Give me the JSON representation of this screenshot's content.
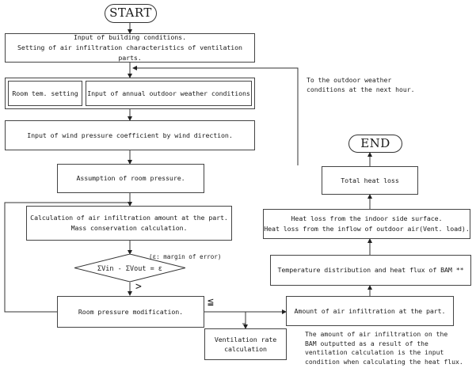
{
  "start": "START",
  "end": "END",
  "steps": {
    "building": [
      "Input of building conditions.",
      "Setting of air infiltration characteristics of ventilation parts."
    ],
    "room_temp": "Room tem. setting",
    "weather": "Input of annual outdoor weather conditions",
    "wind": "Input of wind pressure coefficient by wind direction.",
    "assume": "Assumption of room pressure.",
    "calc": [
      "Calculation of air infiltration amount at the part.",
      "Mass conservation calculation."
    ],
    "decision": "ΣVin - ΣVout = ε",
    "epsilon_note": "(ε: margin of error)",
    "modify": "Room pressure modification.",
    "vent_rate": [
      "Ventilation rate",
      "calculation"
    ],
    "amount": "Amount of air infiltration at the part.",
    "temp_dist": "Temperature distribution and heat flux of BAM **",
    "heat_loss": [
      "Heat loss from the indoor side surface.",
      "Heat loss from the inflow of outdoor air(Vent. load)."
    ],
    "total": "Total heat loss"
  },
  "notes": {
    "next_hour": [
      "To the outdoor weather",
      "conditions at the next hour."
    ],
    "bam": [
      "The amount of air infiltration on the",
      "BAM outputted as a result of the",
      "ventilation calculation is the input",
      "condition when calculating the heat flux."
    ]
  },
  "symbols": {
    "greater": ">",
    "less_equal": "≦"
  }
}
